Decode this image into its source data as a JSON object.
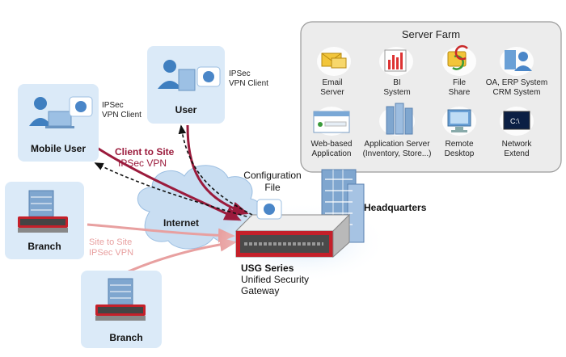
{
  "server_farm": {
    "title": "Server Farm",
    "items": [
      {
        "line1": "Email",
        "line2": "Server"
      },
      {
        "line1": "BI",
        "line2": "System"
      },
      {
        "line1": "File",
        "line2": "Share"
      },
      {
        "line1": "OA, ERP System",
        "line2": "CRM System"
      },
      {
        "line1": "Web-based",
        "line2": "Application"
      },
      {
        "line1": "Application Server",
        "line2": "(Inventory, Store...)"
      },
      {
        "line1": "Remote",
        "line2": "Desktop"
      },
      {
        "line1": "Network",
        "line2": "Extend"
      }
    ],
    "terminal_prompt": "C:\\"
  },
  "nodes": {
    "user": {
      "label": "User",
      "client_line1": "IPSec",
      "client_line2": "VPN Client"
    },
    "mobile_user": {
      "label": "Mobile User",
      "client_line1": "IPSec",
      "client_line2": "VPN Client"
    },
    "branch_left": {
      "label": "Branch"
    },
    "branch_bottom": {
      "label": "Branch"
    },
    "headquarters": {
      "label": "Headquarters"
    },
    "internet": {
      "label": "Internet"
    },
    "config_file": {
      "line1": "Configuration",
      "line2": "File"
    },
    "usg": {
      "line1": "USG Series",
      "line2": "Unified Security",
      "line3": "Gateway"
    }
  },
  "links": {
    "client_to_site": {
      "line1": "Client to Site",
      "line2": "IPSec VPN",
      "color": "#9b1b3c"
    },
    "site_to_site": {
      "line1": "Site to Site",
      "line2": "IPSec VPN",
      "color": "#e8a0a0"
    }
  },
  "colors": {
    "box_fill": "#dbeaf8",
    "farm_fill": "#ececec",
    "farm_stroke": "#9a9a9a",
    "usg_red": "#c4202a",
    "cloud": "#c9def2",
    "building": "#7fa6cf"
  }
}
